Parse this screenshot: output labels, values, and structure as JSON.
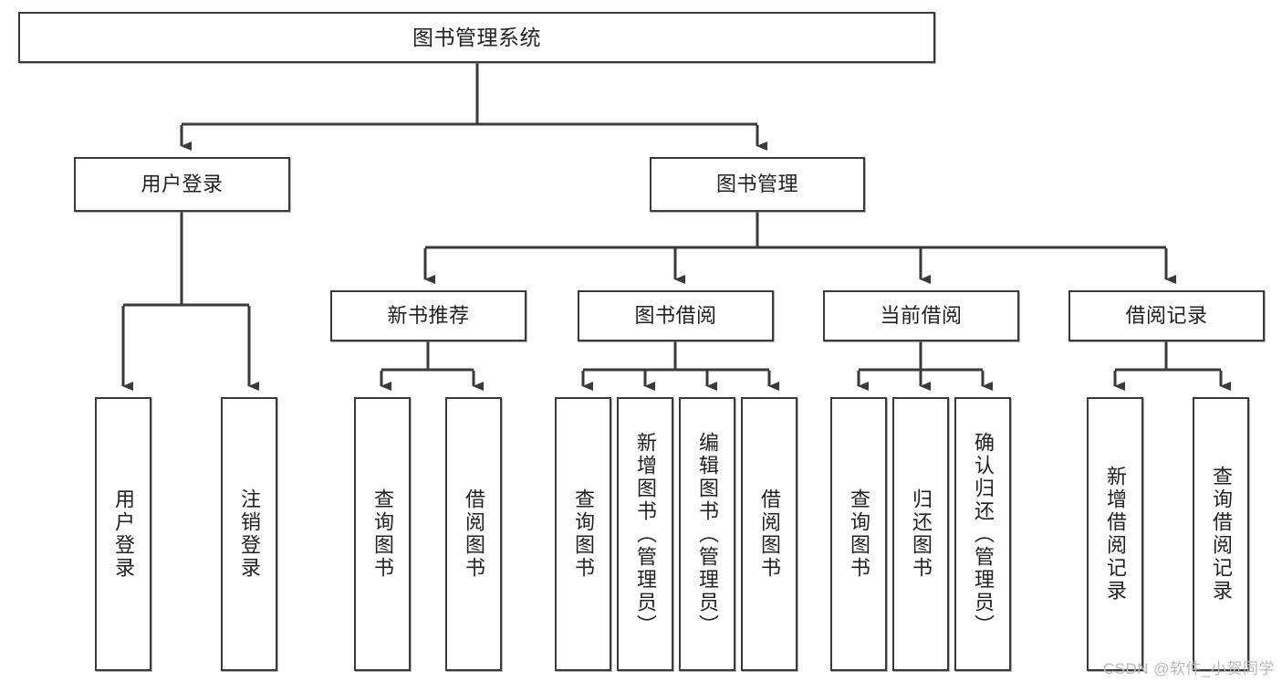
{
  "diagram": {
    "title": "图书管理系统",
    "type": "tree-hierarchy",
    "watermark": "CSDN @软件_小贺同学",
    "colors": {
      "box_border": "#3a3a3a",
      "box_fill": "#ffffff",
      "connector": "#3a3a3a",
      "text": "#222222",
      "watermark": "#b9b9b9",
      "background": "#ffffff"
    },
    "nodes": {
      "root": {
        "label": "图书管理系统"
      },
      "level2": [
        {
          "id": "user-login",
          "label": "用户登录"
        },
        {
          "id": "book-management",
          "label": "图书管理"
        }
      ],
      "level3": [
        {
          "id": "new-book-recommend",
          "label": "新书推荐"
        },
        {
          "id": "book-borrow",
          "label": "图书借阅"
        },
        {
          "id": "current-borrow",
          "label": "当前借阅"
        },
        {
          "id": "borrow-record",
          "label": "借阅记录"
        }
      ],
      "leaves": {
        "user-login": [
          {
            "id": "leaf-user-login",
            "label": "用户登录"
          },
          {
            "id": "leaf-logout",
            "label": "注销登录"
          }
        ],
        "new-book-recommend": [
          {
            "id": "leaf-query-book-1",
            "label": "查询图书"
          },
          {
            "id": "leaf-borrow-book-1",
            "label": "借阅图书"
          }
        ],
        "book-borrow": [
          {
            "id": "leaf-query-book-2",
            "label": "查询图书"
          },
          {
            "id": "leaf-add-book",
            "label": "新增图书（管理员）"
          },
          {
            "id": "leaf-edit-book",
            "label": "编辑图书（管理员）"
          },
          {
            "id": "leaf-borrow-book-2",
            "label": "借阅图书"
          }
        ],
        "current-borrow": [
          {
            "id": "leaf-query-book-3",
            "label": "查询图书"
          },
          {
            "id": "leaf-return-book",
            "label": "归还图书"
          },
          {
            "id": "leaf-confirm-return",
            "label": "确认归还（管理员）"
          }
        ],
        "borrow-record": [
          {
            "id": "leaf-add-record",
            "label": "新增借阅记录"
          },
          {
            "id": "leaf-query-record",
            "label": "查询借阅记录"
          }
        ]
      }
    }
  }
}
